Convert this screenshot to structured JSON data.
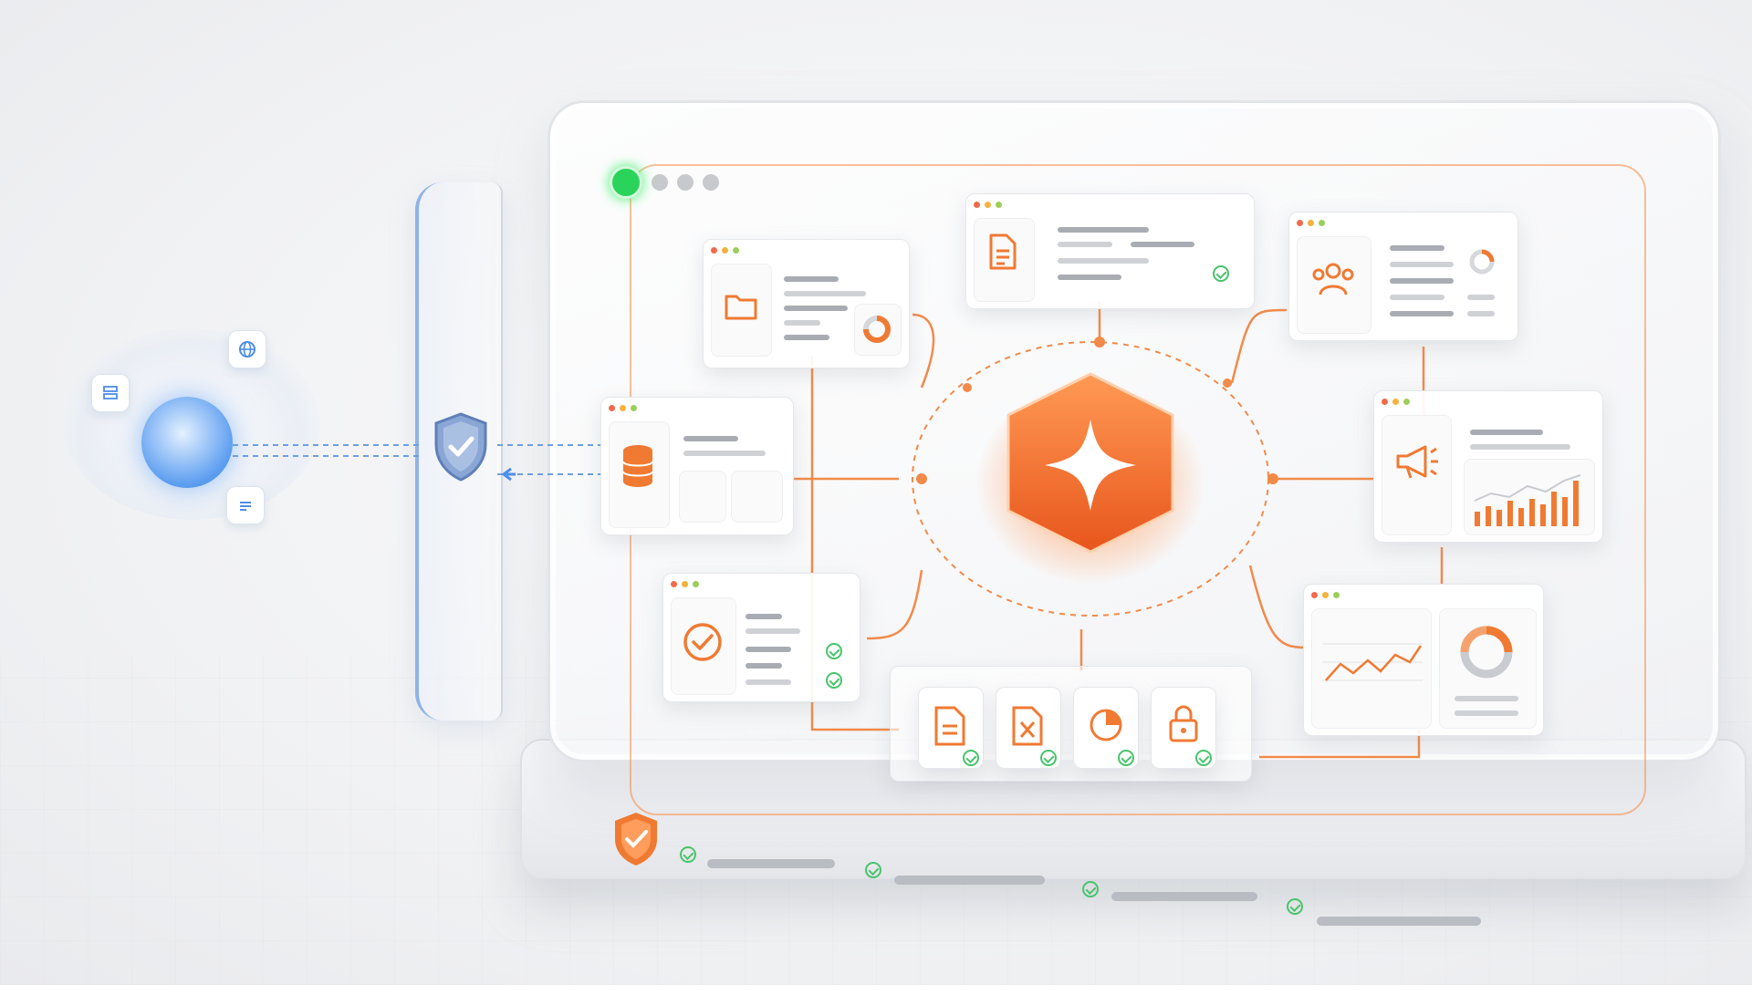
{
  "scene": {
    "accent_color": "#f07a32",
    "status_color": "#48c46b",
    "shield_color": "#7a98c9"
  },
  "cards": [
    {
      "name": "folder-card",
      "icon": "folder-icon"
    },
    {
      "name": "document-card",
      "icon": "document-icon"
    },
    {
      "name": "team-card",
      "icon": "users-icon"
    },
    {
      "name": "database-card",
      "icon": "database-icon"
    },
    {
      "name": "marketing-card",
      "icon": "megaphone-icon"
    },
    {
      "name": "tasks-card",
      "icon": "check-circle-icon"
    },
    {
      "name": "analytics-card",
      "icon": "line-chart-icon"
    },
    {
      "name": "files-tray",
      "icons": [
        "document-icon",
        "spreadsheet-icon",
        "pie-chart-icon",
        "lock-icon"
      ]
    }
  ],
  "core": {
    "icon": "sparkle-star-icon"
  },
  "base": {
    "icon": "shield-check-icon",
    "status_items": 4
  }
}
